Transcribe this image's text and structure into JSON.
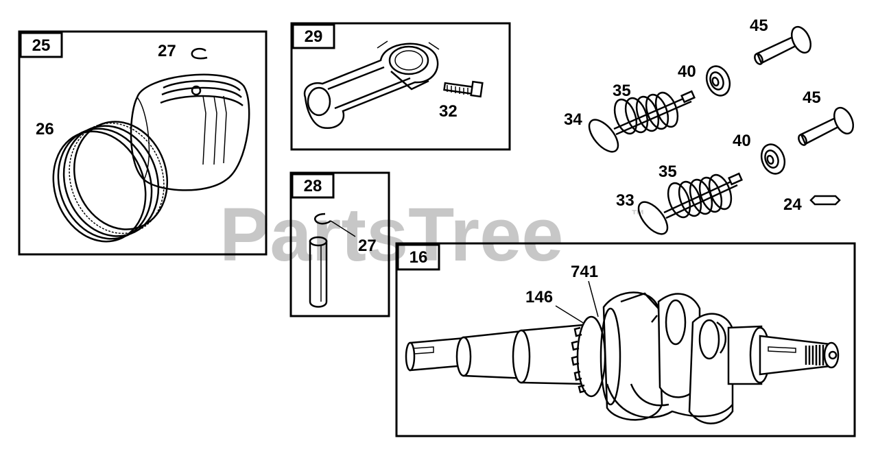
{
  "watermark": {
    "text": "PartsTree",
    "tm": "™"
  },
  "boxes": {
    "b25": "25",
    "b29": "29",
    "b28": "28",
    "b16": "16"
  },
  "labels": {
    "l27a": "27",
    "l26": "26",
    "l32": "32",
    "l27b": "27",
    "l45a": "45",
    "l40a": "40",
    "l35a": "35",
    "l34": "34",
    "l45b": "45",
    "l40b": "40",
    "l35b": "35",
    "l33": "33",
    "l24": "24",
    "l741": "741",
    "l146": "146"
  }
}
